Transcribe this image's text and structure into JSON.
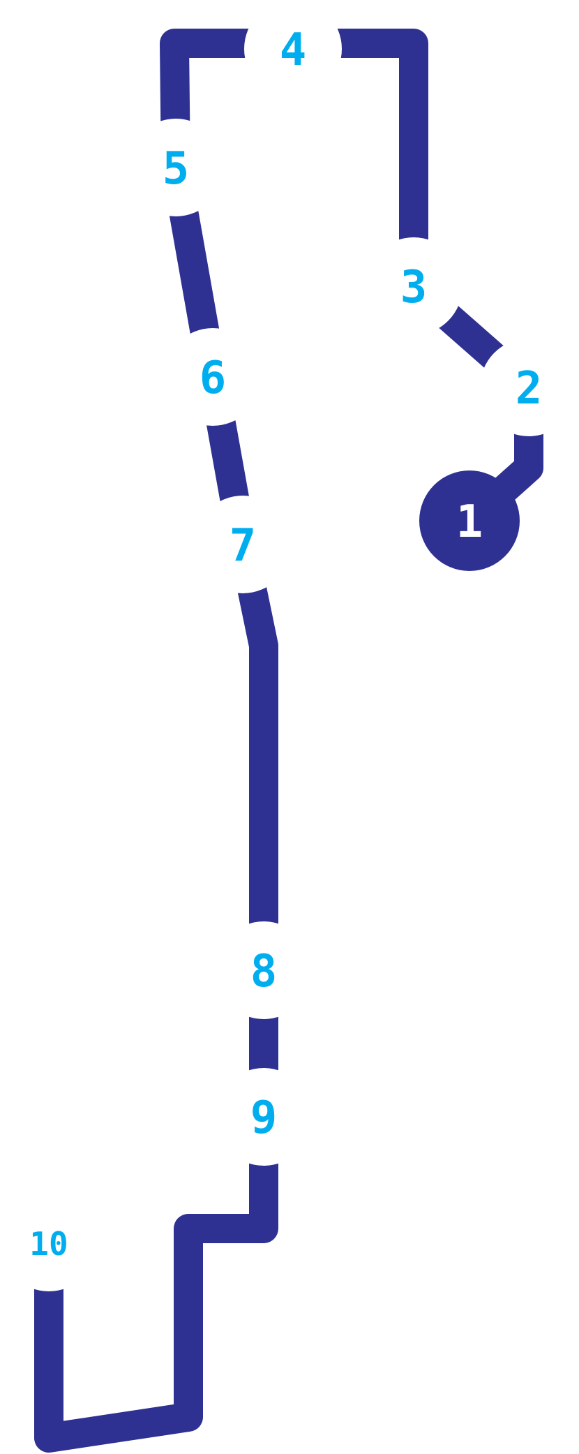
{
  "colors": {
    "path": "#2e3192",
    "node_fill": "#ffffff",
    "node_label": "#00aeef",
    "start_fill": "#2e3192",
    "start_label": "#ffffff",
    "background": "#ffffff"
  },
  "nodes": [
    {
      "id": "1",
      "label": "1",
      "kind": "start"
    },
    {
      "id": "2",
      "label": "2",
      "kind": "stop"
    },
    {
      "id": "3",
      "label": "3",
      "kind": "stop"
    },
    {
      "id": "4",
      "label": "4",
      "kind": "stop"
    },
    {
      "id": "5",
      "label": "5",
      "kind": "stop"
    },
    {
      "id": "6",
      "label": "6",
      "kind": "stop"
    },
    {
      "id": "7",
      "label": "7",
      "kind": "stop"
    },
    {
      "id": "8",
      "label": "8",
      "kind": "stop"
    },
    {
      "id": "9",
      "label": "9",
      "kind": "stop"
    },
    {
      "id": "10",
      "label": "10",
      "kind": "stop"
    }
  ]
}
